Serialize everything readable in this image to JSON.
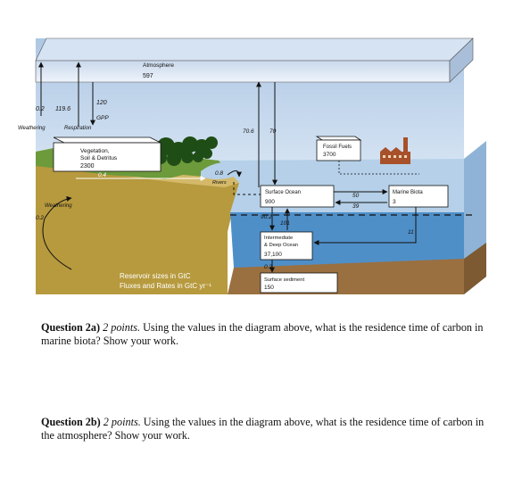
{
  "diagram": {
    "reservoirs": {
      "atmosphere": {
        "name": "Atmosphere",
        "value": "597"
      },
      "vegetation": {
        "name_line1": "Vegetation,",
        "name_line2": "Soil & Detritus",
        "value": "2300"
      },
      "fossil_fuels": {
        "name": "Fossil Fuels",
        "value": "3700"
      },
      "surface_ocean": {
        "name": "Surface Ocean",
        "value": "900"
      },
      "marine_biota": {
        "name": "Marine Biota",
        "value": "3"
      },
      "deep_ocean": {
        "name_line1": "Intermediate",
        "name_line2": "& Deep Ocean",
        "value": "37,100"
      },
      "surface_sediment": {
        "name": "Surface sediment",
        "value": "150"
      }
    },
    "fluxes": {
      "weathering_top": "0.2",
      "respiration_val": "119.6",
      "gpp_val": "120",
      "weathering_top_label": "Weathering",
      "respiration_label": "Respiration",
      "gpp_label": "GPP",
      "ocean_to_atm": "70.6",
      "atm_to_ocean": "70",
      "rivers_val": "0.8",
      "rivers_label": "Rivers",
      "veg_to_river": "0.4",
      "weathering_bottom_label": "Weathering",
      "weathering_bottom": "0.2",
      "surface_to_biota": "50",
      "biota_to_surface": "39",
      "biota_to_deep": "11",
      "surface_to_deep": "90.2",
      "deep_to_surface": "101",
      "to_sediment": "0.2"
    },
    "legend": {
      "line1": "Reservoir sizes in GtC",
      "line2": "Fluxes and Rates in GtC yr⁻¹"
    }
  },
  "questions": [
    {
      "label": "Question 2a)",
      "points": "2 points.",
      "text": "Using the values in the diagram above, what is the residence time of carbon in marine biota? Show your work."
    },
    {
      "label": "Question 2b)",
      "points": "2 points.",
      "text": "Using the values in the diagram above, what is the residence time of carbon in the atmosphere? Show your work."
    }
  ]
}
